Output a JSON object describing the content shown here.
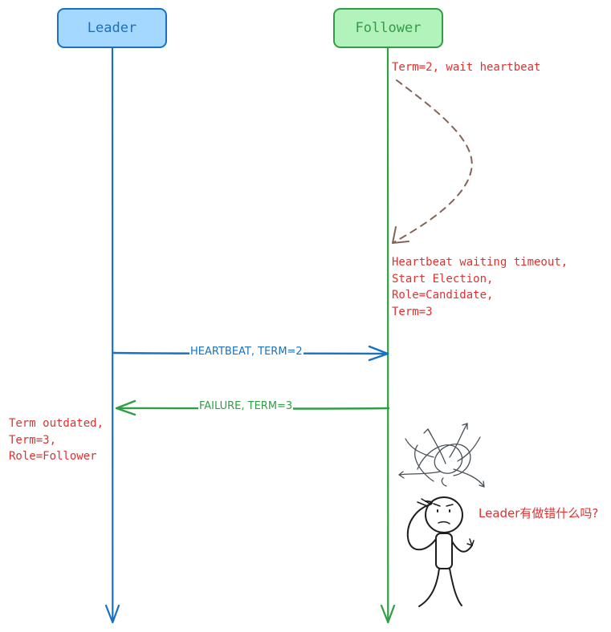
{
  "actors": {
    "leader": "Leader",
    "follower": "Follower"
  },
  "messages": {
    "heartbeat": "HEARTBEAT, TERM=2",
    "failure": "FAILURE, TERM=3"
  },
  "notes": {
    "follower_wait": "Term=2, wait heartbeat",
    "follower_timeout": "Heartbeat waiting timeout,\nStart Election,\nRole=Candidate,\nTerm=3",
    "leader_outdated": "Term outdated,\nTerm=3,\nRole=Follower",
    "stick_figure_thought": "Leader有做错什么吗?"
  },
  "colors": {
    "leader": "#1971c2",
    "leader_fill": "#a5d8ff",
    "follower": "#2f9e44",
    "follower_fill": "#b2f2bb",
    "note_text": "#e03131",
    "wait_arrow": "#846358",
    "doodle": "#1e1e1e"
  },
  "icons": {
    "figure": "confused-stick-figure-icon",
    "scribble": "tangled-arrows-icon"
  }
}
